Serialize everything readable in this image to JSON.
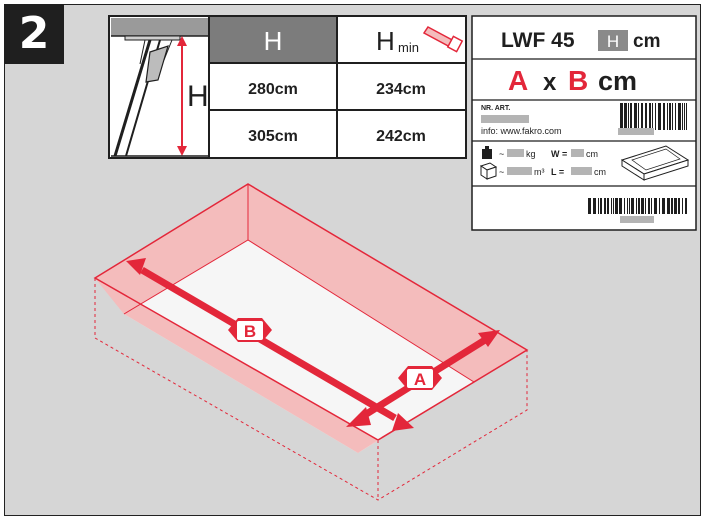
{
  "step_number": "2",
  "height_table": {
    "label_h": "H",
    "col_h": "H",
    "col_hmin_main": "H",
    "col_hmin_sub": "min",
    "rows": [
      {
        "h": "280cm",
        "hmin": "234cm"
      },
      {
        "h": "305cm",
        "hmin": "242cm"
      }
    ]
  },
  "product_label": {
    "model": "LWF 45",
    "height_box": "H",
    "unit": "cm",
    "dim_a": "A",
    "dim_x": "x",
    "dim_b": "B",
    "dim_unit": "cm",
    "nr_art": "NR. ART.",
    "info": "info: www.fakro.com",
    "weight_prefix": "~",
    "weight_unit": "kg",
    "width_label": "W =",
    "width_unit": "cm",
    "volume_prefix": "~",
    "volume_unit": "m³",
    "length_label": "L =",
    "length_unit": "cm"
  },
  "diagram": {
    "label_a": "A",
    "label_b": "B"
  },
  "colors": {
    "accent_red": "#e3273a",
    "light_pink": "#f4bcbc",
    "panel_gray": "#d6d6d6",
    "dark": "#1f1f1f"
  }
}
